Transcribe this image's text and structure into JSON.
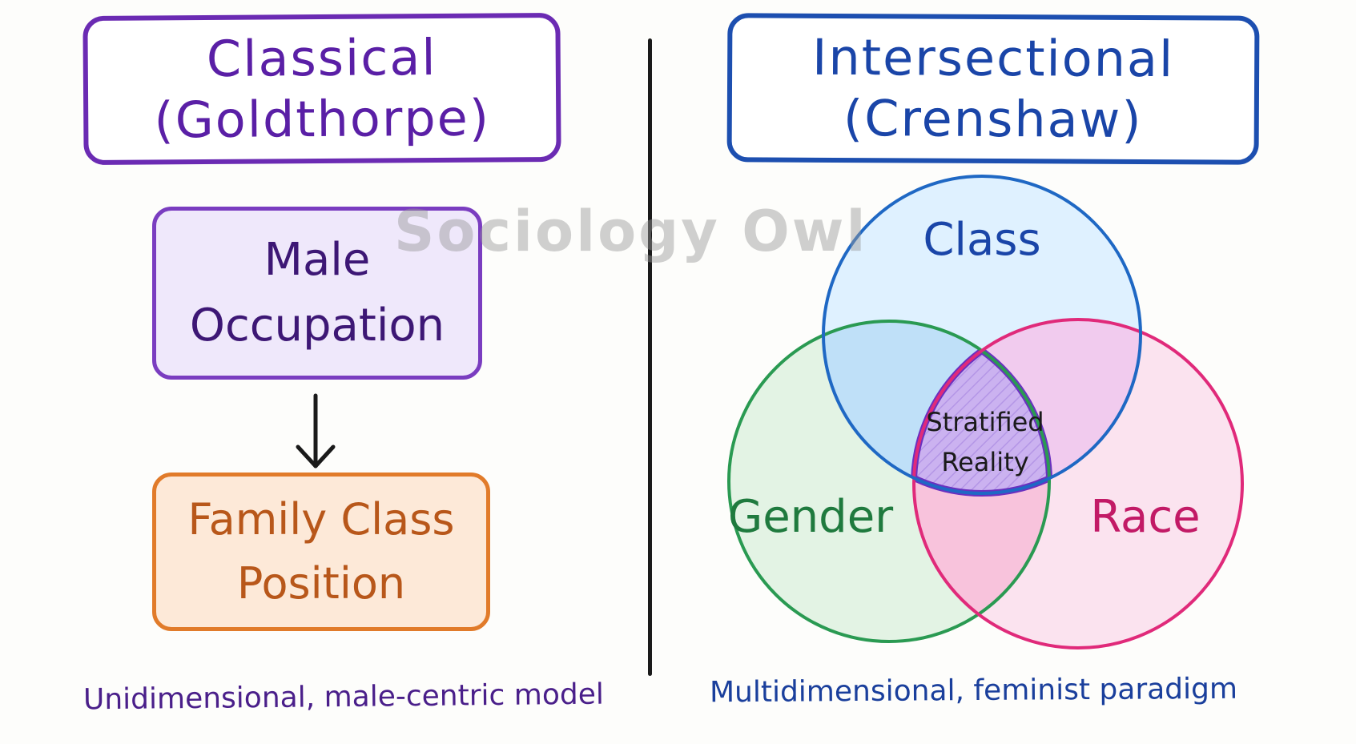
{
  "left": {
    "title_line1": "Classical",
    "title_line2": "(Goldthorpe)",
    "node_top_line1": "Male",
    "node_top_line2": "Occupation",
    "node_bottom_line1": "Family Class",
    "node_bottom_line2": "Position",
    "caption": "Unidimensional, male-centric model"
  },
  "right": {
    "title_line1": "Intersectional",
    "title_line2": "(Crenshaw)",
    "venn": {
      "circle_class": "Class",
      "circle_gender": "Gender",
      "circle_race": "Race",
      "center_line1": "Stratified",
      "center_line2": "Reality"
    },
    "caption": "Multidimensional, feminist paradigm"
  },
  "watermark": "Sociology Owl",
  "colors": {
    "classical": "#6b2bb3",
    "intersectional": "#1d4fb0",
    "male_occupation": "#7a3dc0",
    "family_class": "#e17b2a",
    "class_circle": "#1f68c4",
    "gender_circle": "#2a9a52",
    "race_circle": "#e02a7a",
    "center": "#6a30c0"
  }
}
